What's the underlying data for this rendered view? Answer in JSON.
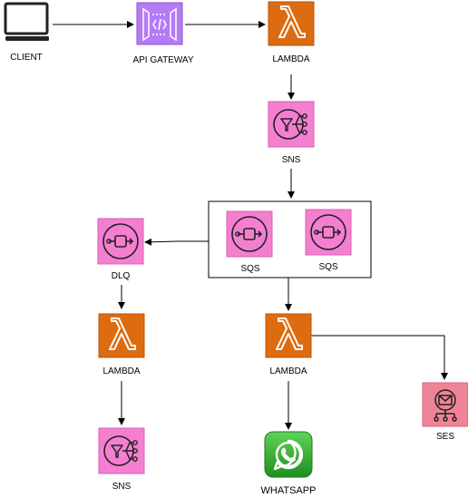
{
  "nodes": {
    "client": {
      "label": "CLIENT",
      "icon": "client-computer-icon"
    },
    "api_gateway": {
      "label": "API GATEWAY",
      "icon": "api-gateway-icon",
      "color": "#b57bf5"
    },
    "lambda_top": {
      "label": "LAMBDA",
      "icon": "lambda-icon",
      "color": "#dd6b10"
    },
    "sns_top": {
      "label": "SNS",
      "icon": "sns-icon",
      "color": "#f47fd0"
    },
    "sqs_1": {
      "label": "SQS",
      "icon": "sqs-icon",
      "color": "#f47fd0"
    },
    "sqs_2": {
      "label": "SQS",
      "icon": "sqs-icon",
      "color": "#f47fd0"
    },
    "dlq": {
      "label": "DLQ",
      "icon": "sqs-icon",
      "color": "#f47fd0"
    },
    "lambda_left": {
      "label": "LAMBDA",
      "icon": "lambda-icon",
      "color": "#dd6b10"
    },
    "sns_bottom": {
      "label": "SNS",
      "icon": "sns-icon",
      "color": "#f47fd0"
    },
    "lambda_mid": {
      "label": "LAMBDA",
      "icon": "lambda-icon",
      "color": "#dd6b10"
    },
    "whatsapp": {
      "label": "WHATSAPP",
      "icon": "whatsapp-icon",
      "color": "#3fb23c"
    },
    "ses": {
      "label": "SES",
      "icon": "ses-icon",
      "color": "#f08497"
    }
  }
}
